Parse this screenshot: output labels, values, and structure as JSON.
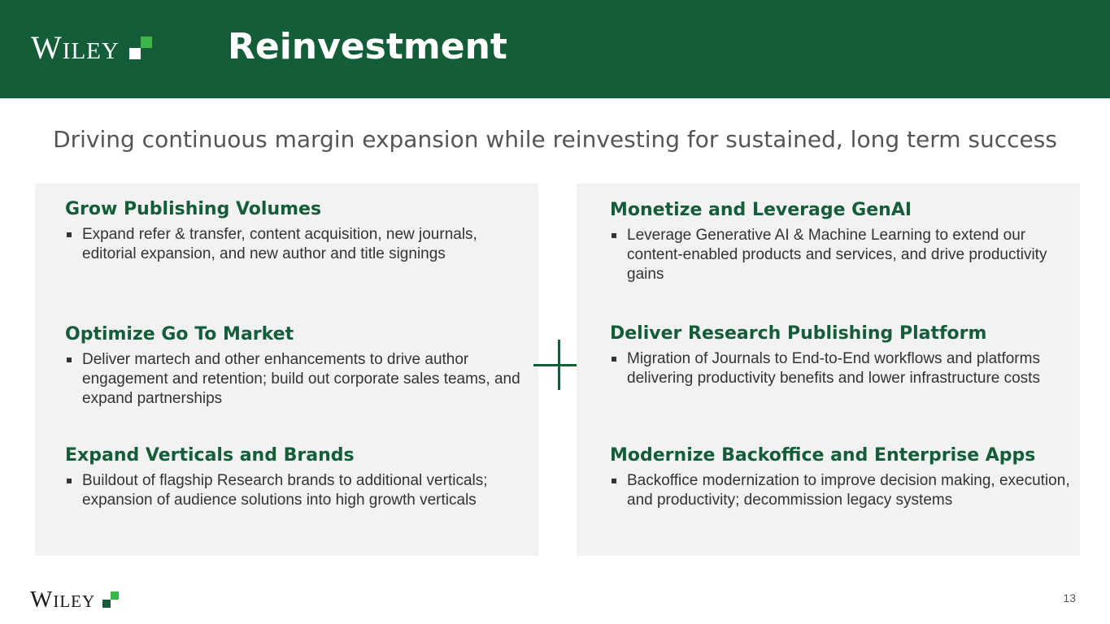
{
  "brand": {
    "logo_text": "WILEY",
    "primary_color": "#135d38",
    "accent_color": "#39b54a"
  },
  "header": {
    "title": "Reinvestment"
  },
  "subtitle": "Driving continuous margin expansion while reinvesting for sustained, long term success",
  "left_panel": {
    "sections": [
      {
        "heading": "Grow Publishing Volumes",
        "bullet": "Expand refer & transfer, content acquisition, new journals, editorial expansion, and new author and title signings"
      },
      {
        "heading": "Optimize Go To Market",
        "bullet": "Deliver martech and other enhancements to drive author engagement and retention; build out corporate sales teams, and expand partnerships"
      },
      {
        "heading": "Expand Verticals and Brands",
        "bullet": "Buildout of flagship Research brands to additional verticals; expansion of audience solutions into high growth verticals"
      }
    ]
  },
  "right_panel": {
    "sections": [
      {
        "heading": "Monetize and Leverage GenAI",
        "bullet": "Leverage Generative AI & Machine Learning to extend our content-enabled products and services, and drive productivity gains"
      },
      {
        "heading": "Deliver Research Publishing Platform",
        "bullet": "Migration of Journals to End-to-End workflows and platforms delivering productivity benefits and lower infrastructure costs"
      },
      {
        "heading": "Modernize Backoffice and Enterprise Apps",
        "bullet": "Backoffice modernization to improve decision making, execution, and productivity; decommission legacy systems"
      }
    ]
  },
  "connector_icon": "plus-icon",
  "footer": {
    "logo_text": "WILEY",
    "page_number": "13"
  }
}
